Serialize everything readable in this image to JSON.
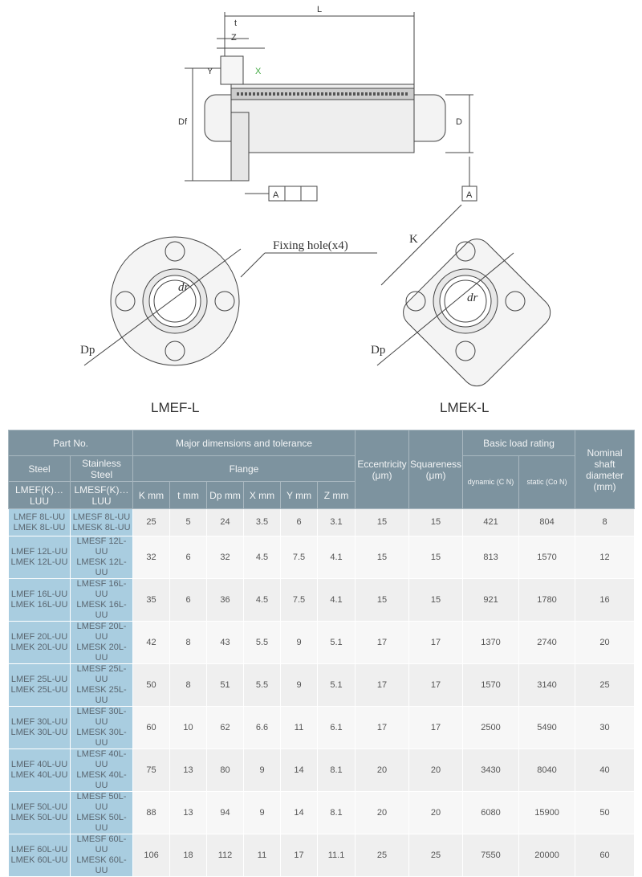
{
  "drawing": {
    "dims": [
      "L",
      "t",
      "Z",
      "Y",
      "X",
      "Df",
      "D",
      "A",
      "A"
    ],
    "fixing_hole": "Fixing hole(x4)",
    "dr": "dr",
    "dp": "Dp",
    "k": "K",
    "left_caption": "LMEF-L",
    "right_caption": "LMEK-L"
  },
  "table": {
    "h_part": "Part No.",
    "h_major": "Major dimensions and tolerance",
    "h_ecc": "Eccentricity (μm)",
    "h_sq": "Squareness (μm)",
    "h_load": "Basic load rating",
    "h_shaft": "Nominal shaft diameter (mm)",
    "h_steel": "Steel",
    "h_stainless": "Stainless Steel",
    "h_flange": "Flange",
    "h_dynamic": "dynamic (C N)",
    "h_static": "static (Co N)",
    "h_steel_code": "LMEF(K)…LUU",
    "h_stainless_code": "LMESF(K)… LUU",
    "h_k": "K mm",
    "h_t": "t mm",
    "h_dp": "Dp mm",
    "h_x": "X mm",
    "h_y": "Y mm",
    "h_z": "Z mm",
    "rows": [
      {
        "steel": "LMEF 8L-UU\nLMEK 8L-UU",
        "stainless": "LMESF 8L-UU\nLMESK 8L-UU",
        "k": "25",
        "t": "5",
        "dp": "24",
        "x": "3.5",
        "y": "6",
        "z": "3.1",
        "ecc": "15",
        "sq": "15",
        "dyn": "421",
        "stat": "804",
        "shaft": "8"
      },
      {
        "steel": "LMEF 12L-UU\nLMEK 12L-UU",
        "stainless": "LMESF 12L-UU\nLMESK 12L-UU",
        "k": "32",
        "t": "6",
        "dp": "32",
        "x": "4.5",
        "y": "7.5",
        "z": "4.1",
        "ecc": "15",
        "sq": "15",
        "dyn": "813",
        "stat": "1570",
        "shaft": "12"
      },
      {
        "steel": "LMEF 16L-UU\nLMEK 16L-UU",
        "stainless": "LMESF 16L-UU\nLMESK 16L-UU",
        "k": "35",
        "t": "6",
        "dp": "36",
        "x": "4.5",
        "y": "7.5",
        "z": "4.1",
        "ecc": "15",
        "sq": "15",
        "dyn": "921",
        "stat": "1780",
        "shaft": "16"
      },
      {
        "steel": "LMEF 20L-UU\nLMEK 20L-UU",
        "stainless": "LMESF 20L-UU\nLMESK 20L-UU",
        "k": "42",
        "t": "8",
        "dp": "43",
        "x": "5.5",
        "y": "9",
        "z": "5.1",
        "ecc": "17",
        "sq": "17",
        "dyn": "1370",
        "stat": "2740",
        "shaft": "20"
      },
      {
        "steel": "LMEF 25L-UU\nLMEK 25L-UU",
        "stainless": "LMESF 25L-UU\nLMESK 25L-UU",
        "k": "50",
        "t": "8",
        "dp": "51",
        "x": "5.5",
        "y": "9",
        "z": "5.1",
        "ecc": "17",
        "sq": "17",
        "dyn": "1570",
        "stat": "3140",
        "shaft": "25"
      },
      {
        "steel": "LMEF 30L-UU\nLMEK 30L-UU",
        "stainless": "LMESF 30L-UU\nLMESK 30L-UU",
        "k": "60",
        "t": "10",
        "dp": "62",
        "x": "6.6",
        "y": "11",
        "z": "6.1",
        "ecc": "17",
        "sq": "17",
        "dyn": "2500",
        "stat": "5490",
        "shaft": "30"
      },
      {
        "steel": "LMEF 40L-UU\nLMEK 40L-UU",
        "stainless": "LMESF 40L-UU\nLMESK 40L-UU",
        "k": "75",
        "t": "13",
        "dp": "80",
        "x": "9",
        "y": "14",
        "z": "8.1",
        "ecc": "20",
        "sq": "20",
        "dyn": "3430",
        "stat": "8040",
        "shaft": "40"
      },
      {
        "steel": "LMEF 50L-UU\nLMEK 50L-UU",
        "stainless": "LMESF 50L-UU\nLMESK 50L-UU",
        "k": "88",
        "t": "13",
        "dp": "94",
        "x": "9",
        "y": "14",
        "z": "8.1",
        "ecc": "20",
        "sq": "20",
        "dyn": "6080",
        "stat": "15900",
        "shaft": "50"
      },
      {
        "steel": "LMEF 60L-UU\nLMEK 60L-UU",
        "stainless": "LMESF 60L-UU\nLMESK 60L-UU",
        "k": "106",
        "t": "18",
        "dp": "112",
        "x": "11",
        "y": "17",
        "z": "11.1",
        "ecc": "25",
        "sq": "25",
        "dyn": "7550",
        "stat": "20000",
        "shaft": "60"
      }
    ]
  }
}
